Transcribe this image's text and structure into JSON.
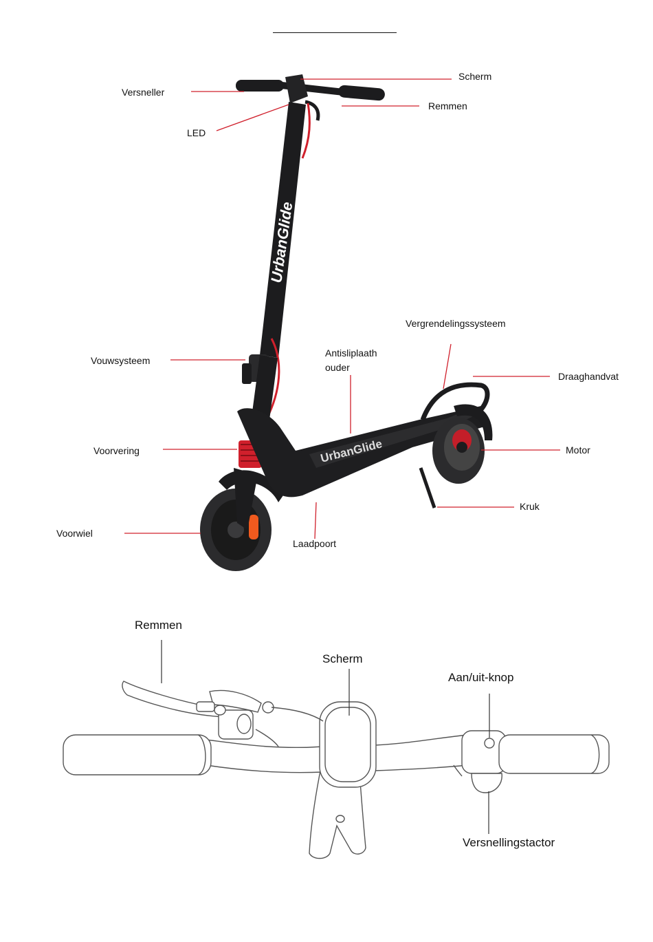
{
  "scooter": {
    "brand_text": "UrbanGlide",
    "labels": {
      "scherm": "Scherm",
      "versneller": "Versneller",
      "remmen": "Remmen",
      "led": "LED",
      "vergrendeling": "Vergrendelingssysteem",
      "vouwsysteem": "Vouwsysteem",
      "antislip_line1": "Antisliplaath",
      "antislip_line2": "ouder",
      "draaghandvat": "Draaghandvat",
      "voorvering": "Voorvering",
      "motor": "Motor",
      "kruk": "Kruk",
      "voorwiel": "Voorwiel",
      "laadpoort": "Laadpoort"
    }
  },
  "handlebar": {
    "labels": {
      "remmen": "Remmen",
      "scherm": "Scherm",
      "aan_uit": "Aan/uit-knop",
      "versnelling": "Versnellingstactor"
    }
  },
  "colors": {
    "accent_red": "#d0202c",
    "scooter_body": "#1c1c1e",
    "line_art": "#555555"
  }
}
